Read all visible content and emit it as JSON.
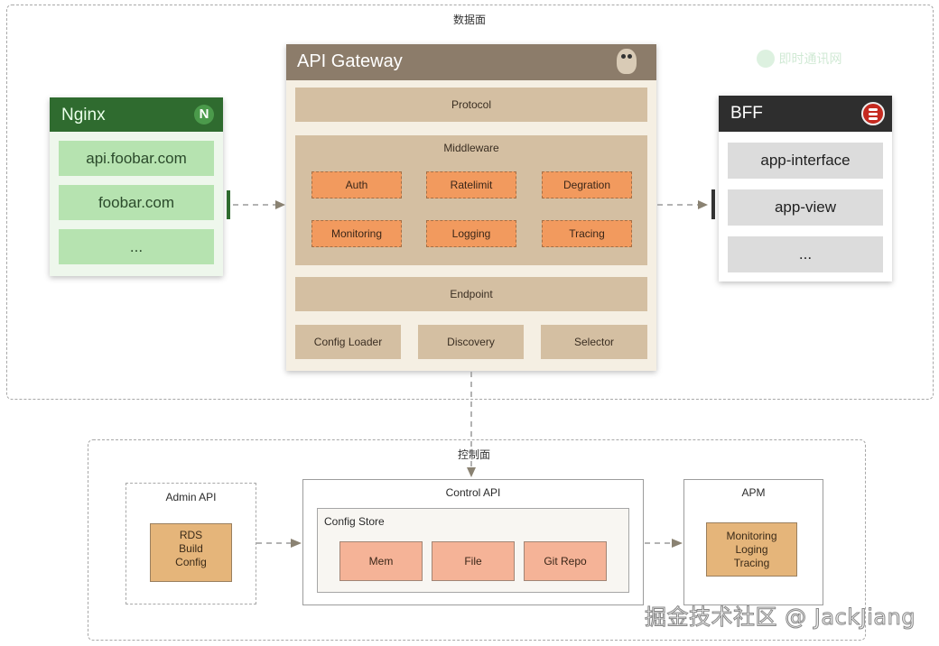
{
  "data_plane": {
    "label": "数据面",
    "nginx": {
      "title": "Nginx",
      "icon": "nginx-logo-icon",
      "items": [
        "api.foobar.com",
        "foobar.com",
        "..."
      ]
    },
    "gateway": {
      "title": "API Gateway",
      "icon": "gopher-mascot-icon",
      "protocol": "Protocol",
      "middleware": {
        "label": "Middleware",
        "items": [
          "Auth",
          "Ratelimit",
          "Degration",
          "Monitoring",
          "Logging",
          "Tracing"
        ]
      },
      "endpoint": "Endpoint",
      "bottom": [
        "Config Loader",
        "Discovery",
        "Selector"
      ]
    },
    "bff": {
      "title": "BFF",
      "icon": "database-icon",
      "items": [
        "app-interface",
        "app-view",
        "..."
      ]
    },
    "logo_watermark": "即时通讯网"
  },
  "control_plane": {
    "label": "控制面",
    "admin_api": {
      "title": "Admin API",
      "lines": [
        "RDS",
        "Build",
        "Config"
      ]
    },
    "control_api": {
      "title": "Control API",
      "config_store": {
        "label": "Config Store",
        "items": [
          "Mem",
          "File",
          "Git Repo"
        ]
      }
    },
    "apm": {
      "title": "APM",
      "lines": [
        "Monitoring",
        "Loging",
        "Tracing"
      ]
    }
  },
  "watermark": "掘金技术社区 @ JackJiang",
  "colors": {
    "nginx_header": "#2f6b2f",
    "gateway_header": "#8c7c6a",
    "bff_header": "#2e2e2e",
    "middleware_box": "#f29a5e",
    "layer_bar": "#d4bfa2",
    "config_store_item": "#f5b397",
    "tan_box": "#e5b57a"
  }
}
